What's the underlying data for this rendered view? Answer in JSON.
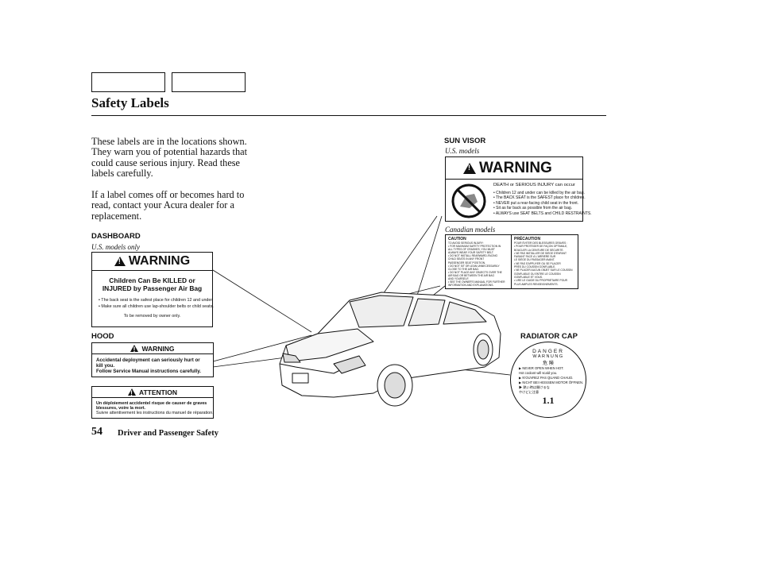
{
  "page": {
    "title": "Safety Labels",
    "intro_paragraph_1": "These labels are in the locations shown. They warn you of potential hazards that could cause serious injury. Read these labels carefully.",
    "intro_paragraph_2": "If a label comes off or becomes hard to read, contact your Acura dealer for a replacement.",
    "page_number": "54",
    "footer_section": "Driver and Passenger Safety"
  },
  "dashboard": {
    "label": "DASHBOARD",
    "sub": "U.S. models only",
    "warning_word": "WARNING",
    "headline_1": "Children Can Be KILLED or",
    "headline_2": "INJURED by Passenger Air Bag",
    "bullet_1": "• The back seat is the safest place for children 12 and under.",
    "bullet_2": "• Make sure all children use lap-shoulder belts or child seats.",
    "footnote": "To be removed by owner only."
  },
  "hood": {
    "label": "HOOD",
    "warning_word": "WARNING",
    "text_1": "Accidental deployment can seriously hurt or",
    "text_2": "kill you.",
    "text_3": "Follow Service Manual instructions carefully.",
    "attention_word": "ATTENTION",
    "fr_1": "Un déploiement accidentel risque de causer de graves",
    "fr_2": "blessures, voire la mort.",
    "fr_3": "Suivre attentivement les instructions du manuel de réparation."
  },
  "sun_visor": {
    "label": "SUN VISOR",
    "sub_us": "U.S. models",
    "warning_word": "WARNING",
    "death_line": "DEATH or SERIOUS INJURY can occur",
    "bullets": [
      "• Children 12 and under can be killed by the air bag.",
      "• The BACK SEAT is the SAFEST place for children.",
      "• NEVER put a rear-facing child seat in the front.",
      "• Sit as far back as possible from the air bag.",
      "• ALWAYS use SEAT BELTS and CHILD RESTRAINTS."
    ],
    "sub_ca": "Canadian models",
    "caution_title": "CAUTION",
    "caution_lines": [
      "TO AVOID SERIOUS INJURY:",
      "• FOR MAXIMUM SAFETY PROTECTION IN",
      "  ALL TYPES OF CRASHES, YOU MUST",
      "  ALWAYS WEAR YOUR SAFETY BELT.",
      "• DO NOT INSTALL REARWARD-FACING",
      "  CHILD SEATS IN ANY FRONT",
      "  PASSENGER SEAT POSITION.",
      "• DO NOT SIT OR LEAN UNNECESSARILY",
      "  CLOSE TO THE AIR BAG.",
      "• DO NOT PLACE ANY OBJECTS OVER THE",
      "  AIR BAG OR BETWEEN THE AIR BAG",
      "  AND YOURSELF.",
      "• SEE THE OWNER'S MANUAL FOR FURTHER",
      "  INFORMATION AND EXPLANATIONS."
    ],
    "precaution_title": "PRÉCAUTION",
    "precaution_lines": [
      "POUR ÉVITER DES BLESSURES GRAVES :",
      "• POUR PROTÉGER DE FAÇON OPTIMALE,",
      "  BOUCLER LA CEINTURE DE SÉCURITÉ.",
      "• NE PAS INSTALLER DE SIÈGE D'ENFANT",
      "  FAISANT FACE À L'ARRIÈRE SUR",
      "  LE SIÈGE DU PASSAGER AVANT.",
      "• NE PAS S'APPUYER OU SE PLACER",
      "  PRÈS DU COUSSIN GONFLABLE.",
      "• NE PLACER AUCUN OBJET SUR LE COUSSIN",
      "  GONFLABLE OU ENTRE LE COUSSIN",
      "  GONFLABLE ET VOUS.",
      "• LIRE LE GUIDE DU PROPRIÉTAIRE POUR",
      "  PLUS AMPLES RENSEIGNEMENTS."
    ]
  },
  "radiator": {
    "label": "RADIATOR CAP",
    "danger": "DANGER",
    "warnung": "WARNUNG",
    "jp": "危   険",
    "lines": [
      "▶ NEVER OPEN WHEN HOT.",
      "  Hot coolant will scald you.",
      "▶ N'OUVREZ PAS QUAND CHAUD.",
      "▶ NICHT BEI HEISSEM MOTOR ÖFFNEN.",
      "▶ 熱い時は開けるな",
      "  やけどに注意"
    ],
    "rating": "1.1"
  }
}
